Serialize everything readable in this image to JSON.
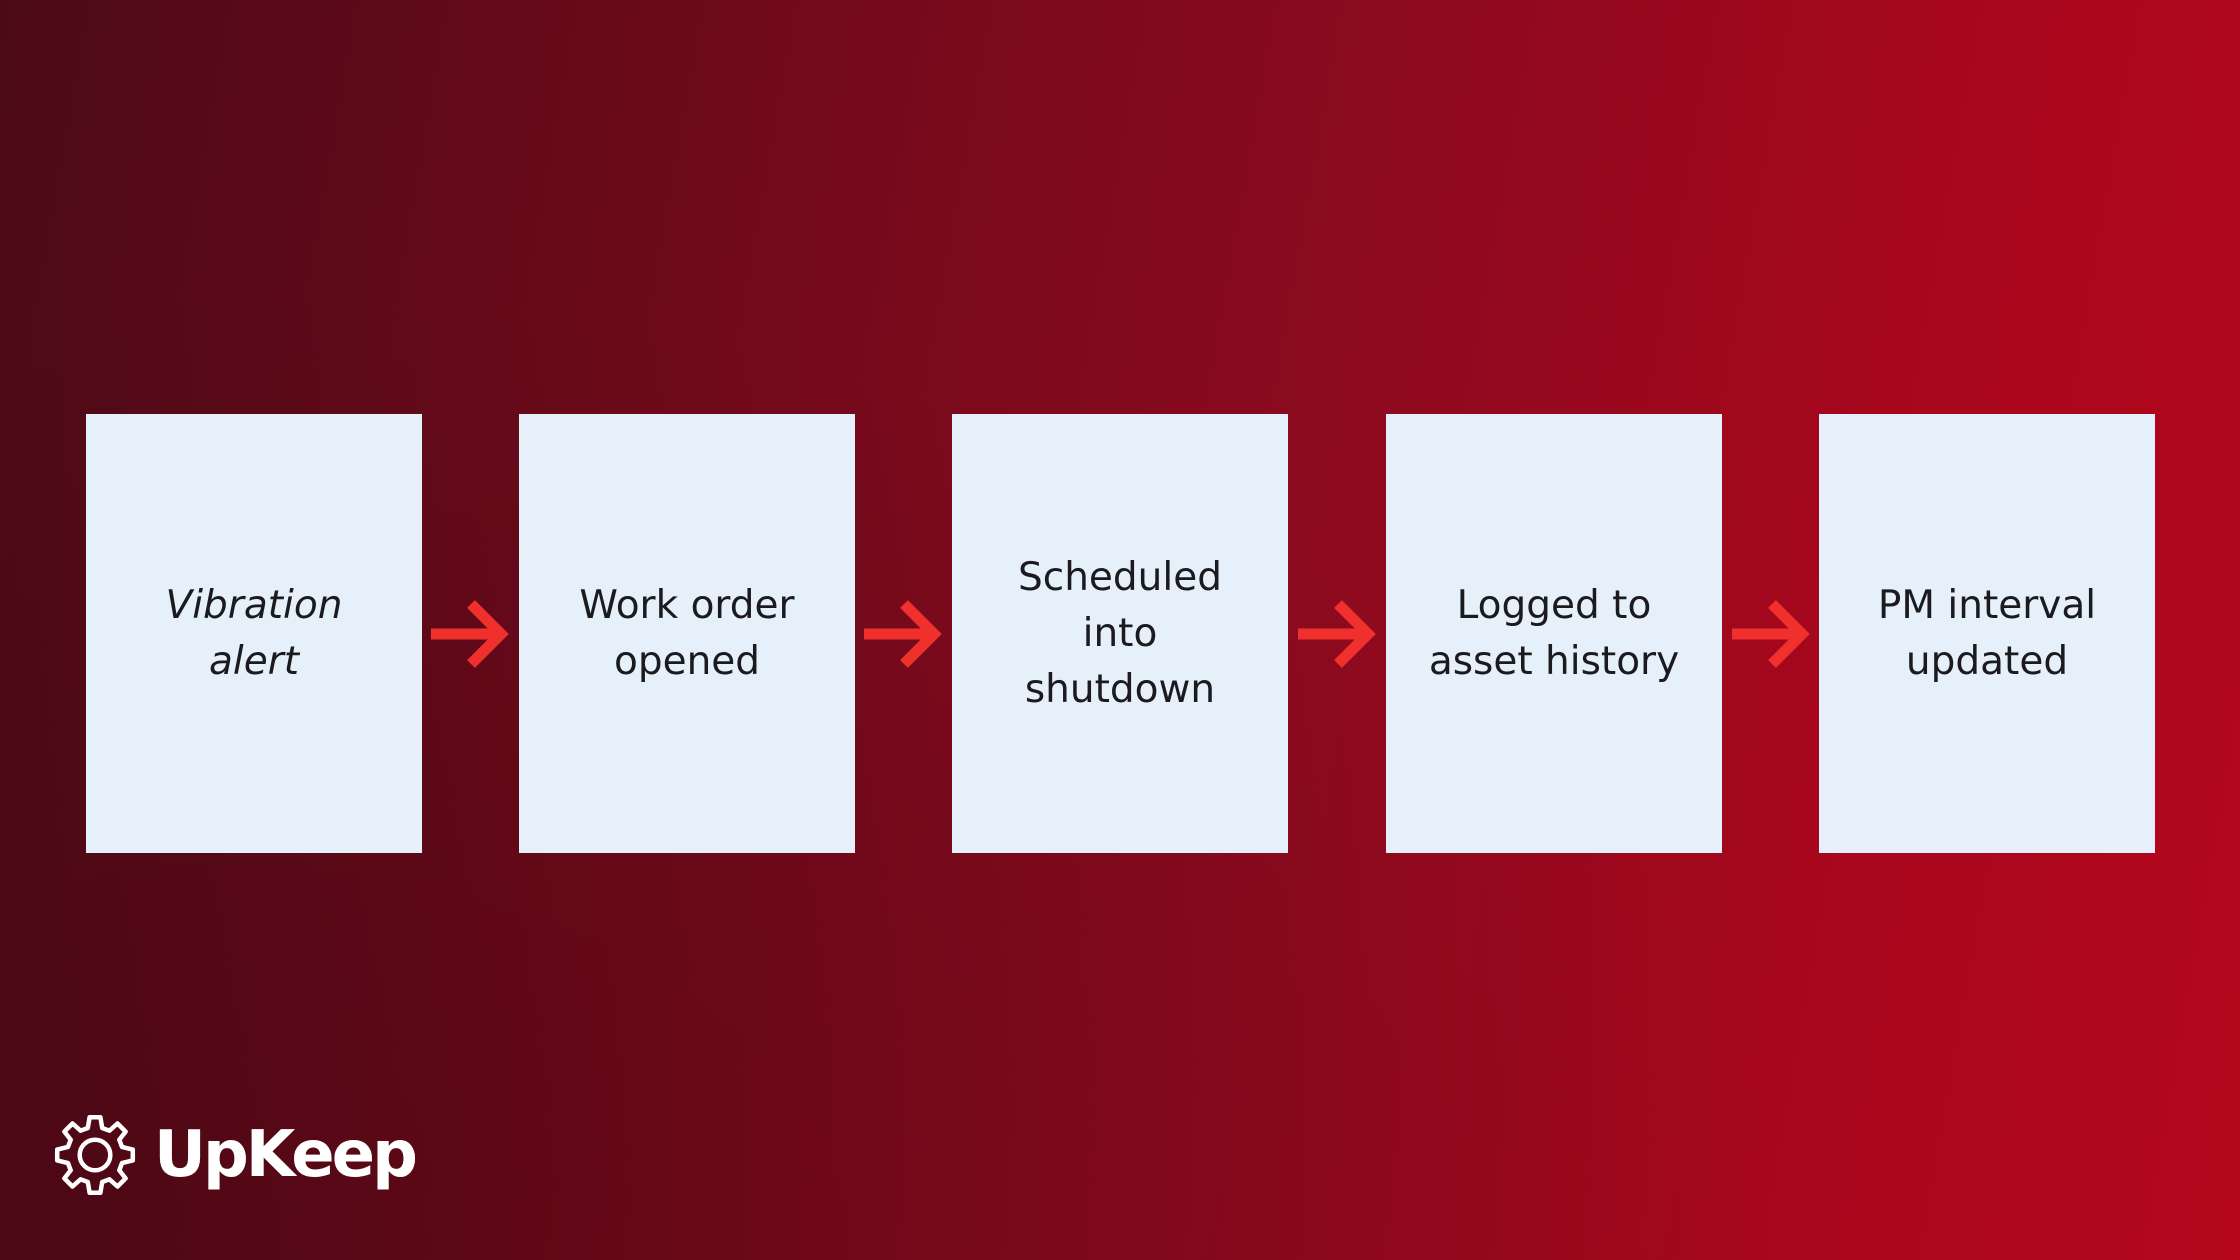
{
  "steps": [
    {
      "label": "Vibration\nalert"
    },
    {
      "label": "Work order\nopened"
    },
    {
      "label": "Scheduled\ninto\nshutdown"
    },
    {
      "label": "Logged to\nasset history"
    },
    {
      "label": "PM interval\nupdated"
    }
  ],
  "connector_icon": "arrow-right-icon",
  "colors": {
    "box_fill": "#e6f0fb",
    "arrow": "#f0302c",
    "text": "#1b1b1f",
    "background_dark": "#4c0a17",
    "background_light": "#b4071c"
  },
  "brand": {
    "name": "UpKeep",
    "icon": "gear-icon"
  }
}
